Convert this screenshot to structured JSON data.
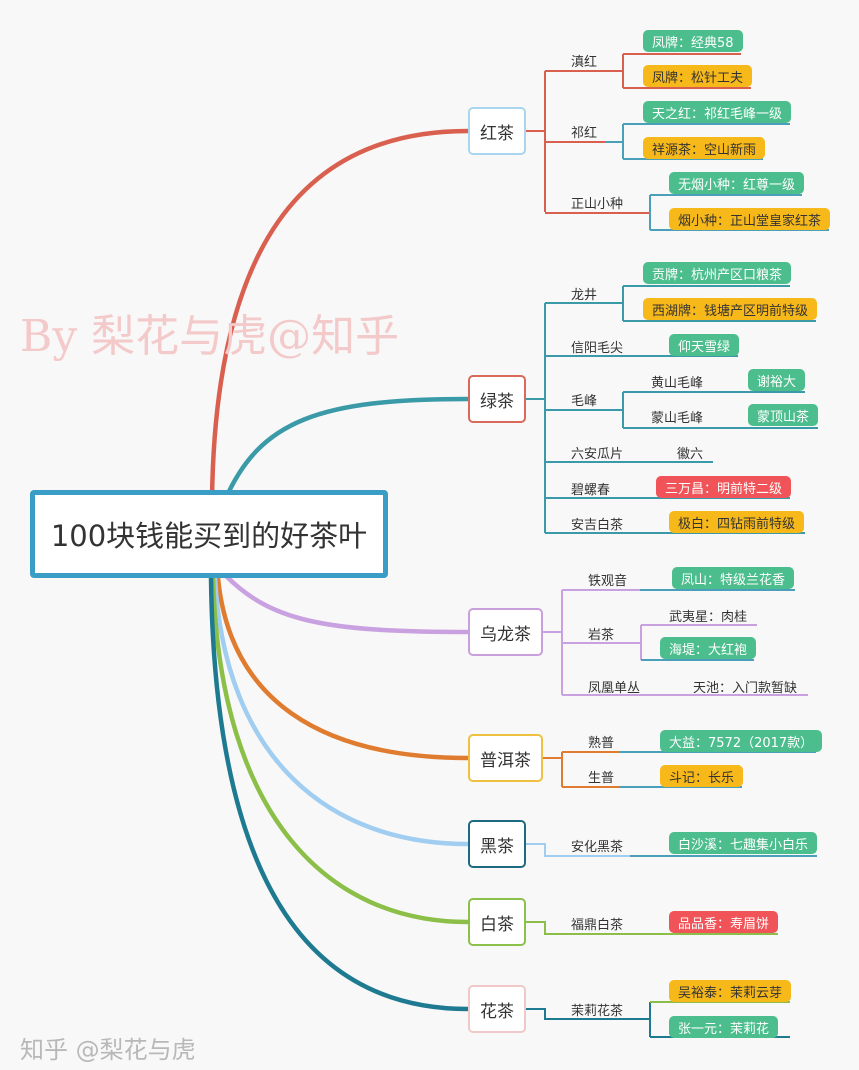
{
  "root": "100块钱能买到的好茶叶",
  "watermark": "By 梨花与虎@知乎",
  "corner_watermark": "知乎 @梨花与虎",
  "colors": {
    "green_tag": "#4cbd8c",
    "yellow_tag": "#f7b81a",
    "red_tag": "#f05358",
    "root_border": "#3a9dc5"
  },
  "categories": [
    {
      "name": "红茶",
      "subs": [
        {
          "name": "滇红",
          "items": [
            "凤牌：经典58",
            "凤牌：松针工夫"
          ]
        },
        {
          "name": "祁红",
          "items": [
            "天之红：祁红毛峰一级",
            "祥源茶：空山新雨"
          ]
        },
        {
          "name": "正山小种",
          "items": [
            "无烟小种：红尊一级",
            "烟小种：正山堂皇家红茶"
          ]
        }
      ]
    },
    {
      "name": "绿茶",
      "subs": [
        {
          "name": "龙井",
          "items": [
            "贡牌：杭州产区口粮茶",
            "西湖牌：钱塘产区明前特级"
          ]
        },
        {
          "name": "信阳毛尖",
          "items": [
            "仰天雪绿"
          ]
        },
        {
          "name": "毛峰",
          "subs": [
            {
              "name": "黄山毛峰",
              "items": [
                "谢裕大"
              ]
            },
            {
              "name": "蒙山毛峰",
              "items": [
                "蒙顶山茶"
              ]
            }
          ]
        },
        {
          "name": "六安瓜片",
          "items": [
            "徽六"
          ]
        },
        {
          "name": "碧螺春",
          "items": [
            "三万昌：明前特二级"
          ]
        },
        {
          "name": "安吉白茶",
          "items": [
            "极白：四钻雨前特级"
          ]
        }
      ]
    },
    {
      "name": "乌龙茶",
      "subs": [
        {
          "name": "铁观音",
          "items": [
            "凤山：特级兰花香"
          ]
        },
        {
          "name": "岩茶",
          "items": [
            "武夷星：肉桂",
            "海堤：大红袍"
          ]
        },
        {
          "name": "凤凰单丛",
          "items": [
            "天池：入门款暂缺"
          ]
        }
      ]
    },
    {
      "name": "普洱茶",
      "subs": [
        {
          "name": "熟普",
          "items": [
            "大益：7572（2017款）"
          ]
        },
        {
          "name": "生普",
          "items": [
            "斗记：长乐"
          ]
        }
      ]
    },
    {
      "name": "黑茶",
      "subs": [
        {
          "name": "安化黑茶",
          "items": [
            "白沙溪：七趣集小白乐"
          ]
        }
      ]
    },
    {
      "name": "白茶",
      "subs": [
        {
          "name": "福鼎白茶",
          "items": [
            "品品香：寿眉饼"
          ]
        }
      ]
    },
    {
      "name": "花茶",
      "subs": [
        {
          "name": "茉莉花茶",
          "items": [
            "吴裕泰：茉莉云芽",
            "张一元：茉莉花"
          ]
        }
      ]
    }
  ]
}
